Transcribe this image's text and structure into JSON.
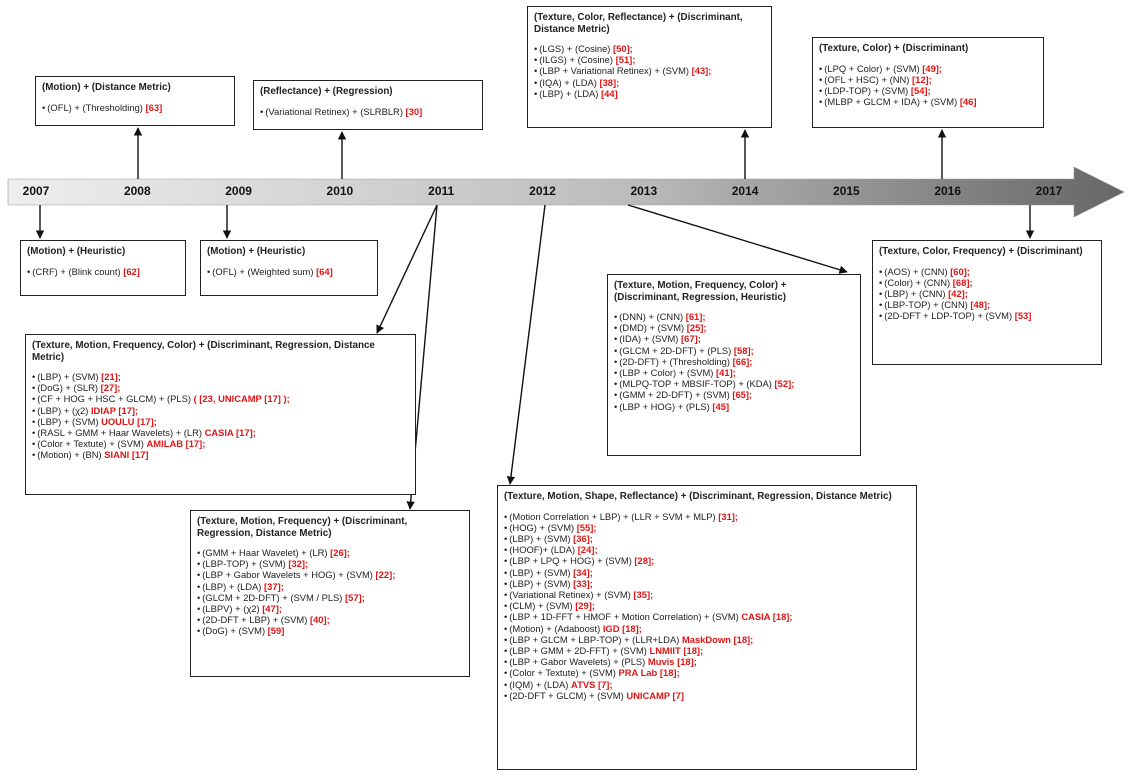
{
  "timeline": {
    "years": [
      {
        "label": "2007",
        "x": 0
      },
      {
        "label": "2008",
        "x": 1
      },
      {
        "label": "2009",
        "x": 2
      },
      {
        "label": "2010",
        "x": 3
      },
      {
        "label": "2011",
        "x": 4
      },
      {
        "label": "2012",
        "x": 5
      },
      {
        "label": "2013",
        "x": 6
      },
      {
        "label": "2014",
        "x": 7
      },
      {
        "label": "2015",
        "x": 8
      },
      {
        "label": "2016",
        "x": 9
      },
      {
        "label": "2017",
        "x": 10
      }
    ]
  },
  "boxes": [
    {
      "id": "y2008",
      "year": "2008",
      "title": "(Motion) + (Distance Metric)",
      "items": [
        {
          "text": "(OFL) + (Thresholding) ",
          "ref": "[63]"
        }
      ]
    },
    {
      "id": "y2010",
      "year": "2010",
      "title": "(Reflectance) + (Regression)",
      "items": [
        {
          "text": "(Variational Retinex) + (SLRBLR) ",
          "ref": "[30]"
        }
      ]
    },
    {
      "id": "y2014",
      "year": "2014",
      "title": "(Texture, Color, Reflectance) + (Discriminant, Distance Metric)",
      "items": [
        {
          "text": "(LGS) + (Cosine) ",
          "ref": "[50];"
        },
        {
          "text": "(ILGS) + (Cosine) ",
          "ref": "[51];"
        },
        {
          "text": "(LBP + Variational Retinex) + (SVM) ",
          "ref": "[43];"
        },
        {
          "text": "(IQA) + (LDA) ",
          "ref": "[38];"
        },
        {
          "text": "(LBP) + (LDA) ",
          "ref": "[44]"
        }
      ]
    },
    {
      "id": "y2016",
      "year": "2016",
      "title": "(Texture, Color) + (Discriminant)",
      "items": [
        {
          "text": "(LPQ + Color) + (SVM) ",
          "ref": "[49];"
        },
        {
          "text": "(OFL + HSC) + (NN) ",
          "ref": "[12];"
        },
        {
          "text": "(LDP-TOP) + (SVM) ",
          "ref": "[54];"
        },
        {
          "text": "(MLBP + GLCM + IDA) + (SVM) ",
          "ref": "[46]"
        }
      ]
    },
    {
      "id": "y2007",
      "year": "2007",
      "title": "(Motion) + (Heuristic)",
      "items": [
        {
          "text": "(CRF) + (Blink count) ",
          "ref": "[62]"
        }
      ]
    },
    {
      "id": "y2009",
      "year": "2009",
      "title": "(Motion) + (Heuristic)",
      "items": [
        {
          "text": "(OFL) + (Weighted sum) ",
          "ref": "[64]"
        }
      ]
    },
    {
      "id": "y2011a",
      "year": "2011",
      "title": "(Texture, Motion, Frequency, Color) + (Discriminant, Regression, Distance Metric)",
      "items": [
        {
          "text": "(LBP) + (SVM) ",
          "ref": "[21];"
        },
        {
          "text": "(DoG) + (SLR) ",
          "ref": "[27];"
        },
        {
          "text": "(CF + HOG + HSC + GLCM) + (PLS) ",
          "ref": "( [23, UNICAMP [17] );"
        },
        {
          "text": "(LBP) + (χ2) ",
          "ref": "IDIAP [17];"
        },
        {
          "text": "(LBP) + (SVM) ",
          "ref": "UOULU [17];"
        },
        {
          "text": "(RASL + GMM + Haar Wavelets) + (LR) ",
          "ref": "CASIA [17];"
        },
        {
          "text": "(Color + Textute) + (SVM) ",
          "ref": "AMILAB [17];"
        },
        {
          "text": "(Motion) + (BN) ",
          "ref": "SIANI [17]"
        }
      ]
    },
    {
      "id": "y2011b",
      "year": "2011",
      "title": "(Texture, Motion, Frequency) + (Discriminant, Regression, Distance Metric)",
      "items": [
        {
          "text": "(GMM + Haar Wavelet) + (LR) ",
          "ref": "[26];"
        },
        {
          "text": "(LBP-TOP) + (SVM) ",
          "ref": "[32];"
        },
        {
          "text": "(LBP + Gabor Wavelets + HOG) + (SVM) ",
          "ref": "[22];"
        },
        {
          "text": "(LBP) + (LDA) ",
          "ref": "[37];"
        },
        {
          "text": "(GLCM + 2D-DFT) + (SVM / PLS) ",
          "ref": "[57];"
        },
        {
          "text": "(LBPV) + (χ2) ",
          "ref": "[47];"
        },
        {
          "text": "(2D-DFT + LBP) + (SVM) ",
          "ref": "[40];"
        },
        {
          "text": "(DoG) + (SVM) ",
          "ref": "[59]"
        }
      ]
    },
    {
      "id": "y2013",
      "year": "2013",
      "title": "(Texture, Motion, Frequency, Color) + (Discriminant, Regression, Heuristic)",
      "items": [
        {
          "text": "(DNN) + (CNN) ",
          "ref": "[61];"
        },
        {
          "text": "(DMD) + (SVM) ",
          "ref": "[25];"
        },
        {
          "text": "(IDA) + (SVM) ",
          "ref": "[67];"
        },
        {
          "text": "(GLCM + 2D-DFT) + (PLS) ",
          "ref": "[58];"
        },
        {
          "text": "(2D-DFT) + (Thresholding) ",
          "ref": "[66];"
        },
        {
          "text": "(LBP + Color) + (SVM) ",
          "ref": "[41];"
        },
        {
          "text": "(MLPQ-TOP + MBSIF-TOP) + (KDA) ",
          "ref": "[52];"
        },
        {
          "text": "(GMM + 2D-DFT) + (SVM) ",
          "ref": "[65];"
        },
        {
          "text": "(LBP + HOG) + (PLS) ",
          "ref": "[45]"
        }
      ]
    },
    {
      "id": "y2017",
      "year": "2017",
      "title": "(Texture, Color, Frequency) + (Discriminant)",
      "items": [
        {
          "text": "(AOS) + (CNN) ",
          "ref": "[60];"
        },
        {
          "text": "(Color) + (CNN) ",
          "ref": "[68];"
        },
        {
          "text": "(LBP) + (CNN) ",
          "ref": "[42];"
        },
        {
          "text": "(LBP-TOP) + (CNN) ",
          "ref": "[48];"
        },
        {
          "text": "(2D-DFT + LDP-TOP) + (SVM) ",
          "ref": "[53]"
        }
      ]
    },
    {
      "id": "y2012",
      "year": "2012",
      "title": "(Texture, Motion, Shape, Reflectance) + (Discriminant, Regression, Distance Metric)",
      "items": [
        {
          "text": "(Motion Correlation + LBP) + (LLR + SVM + MLP) ",
          "ref": "[31];"
        },
        {
          "text": "(HOG) + (SVM) ",
          "ref": "[55];"
        },
        {
          "text": "(LBP) + (SVM) ",
          "ref": "[36];"
        },
        {
          "text": "(HOOF)+ (LDA) ",
          "ref": "[24];"
        },
        {
          "text": "(LBP + LPQ + HOG) + (SVM) ",
          "ref": "[28];"
        },
        {
          "text": "(LBP) + (SVM) ",
          "ref": "[34];"
        },
        {
          "text": "(LBP) + (SVM) ",
          "ref": "[33];"
        },
        {
          "text": "(Variational Retinex) + (SVM) ",
          "ref": "[35];"
        },
        {
          "text": "(CLM) + (SVM) ",
          "ref": "[29];"
        },
        {
          "text": "(LBP + 1D-FFT + HMOF + Motion Correlation) + (SVM) ",
          "ref": "CASIA [18];"
        },
        {
          "text": "(Motion) + (Adaboost) ",
          "ref": "IGD [18];"
        },
        {
          "text": "(LBP + GLCM + LBP-TOP) + (LLR+LDA) ",
          "ref": "MaskDown [18];"
        },
        {
          "text": "(LBP + GMM + 2D-FFT) + (SVM) ",
          "ref": "LNMIIT [18];"
        },
        {
          "text": "(LBP + Gabor Wavelets) + (PLS) ",
          "ref": "Muvis [18];"
        },
        {
          "text": "(Color + Textute) + (SVM) ",
          "ref": "PRA Lab [18];"
        },
        {
          "text": "(IQM) + (LDA) ",
          "ref": "ATVS [7];"
        },
        {
          "text": "(2D-DFT + GLCM) + (SVM) ",
          "ref": "UNICAMP [7]"
        }
      ]
    }
  ],
  "colors": {
    "reference": "#e01515",
    "arrow_light": "#eaeaea",
    "arrow_dark": "#6a6a6a"
  }
}
